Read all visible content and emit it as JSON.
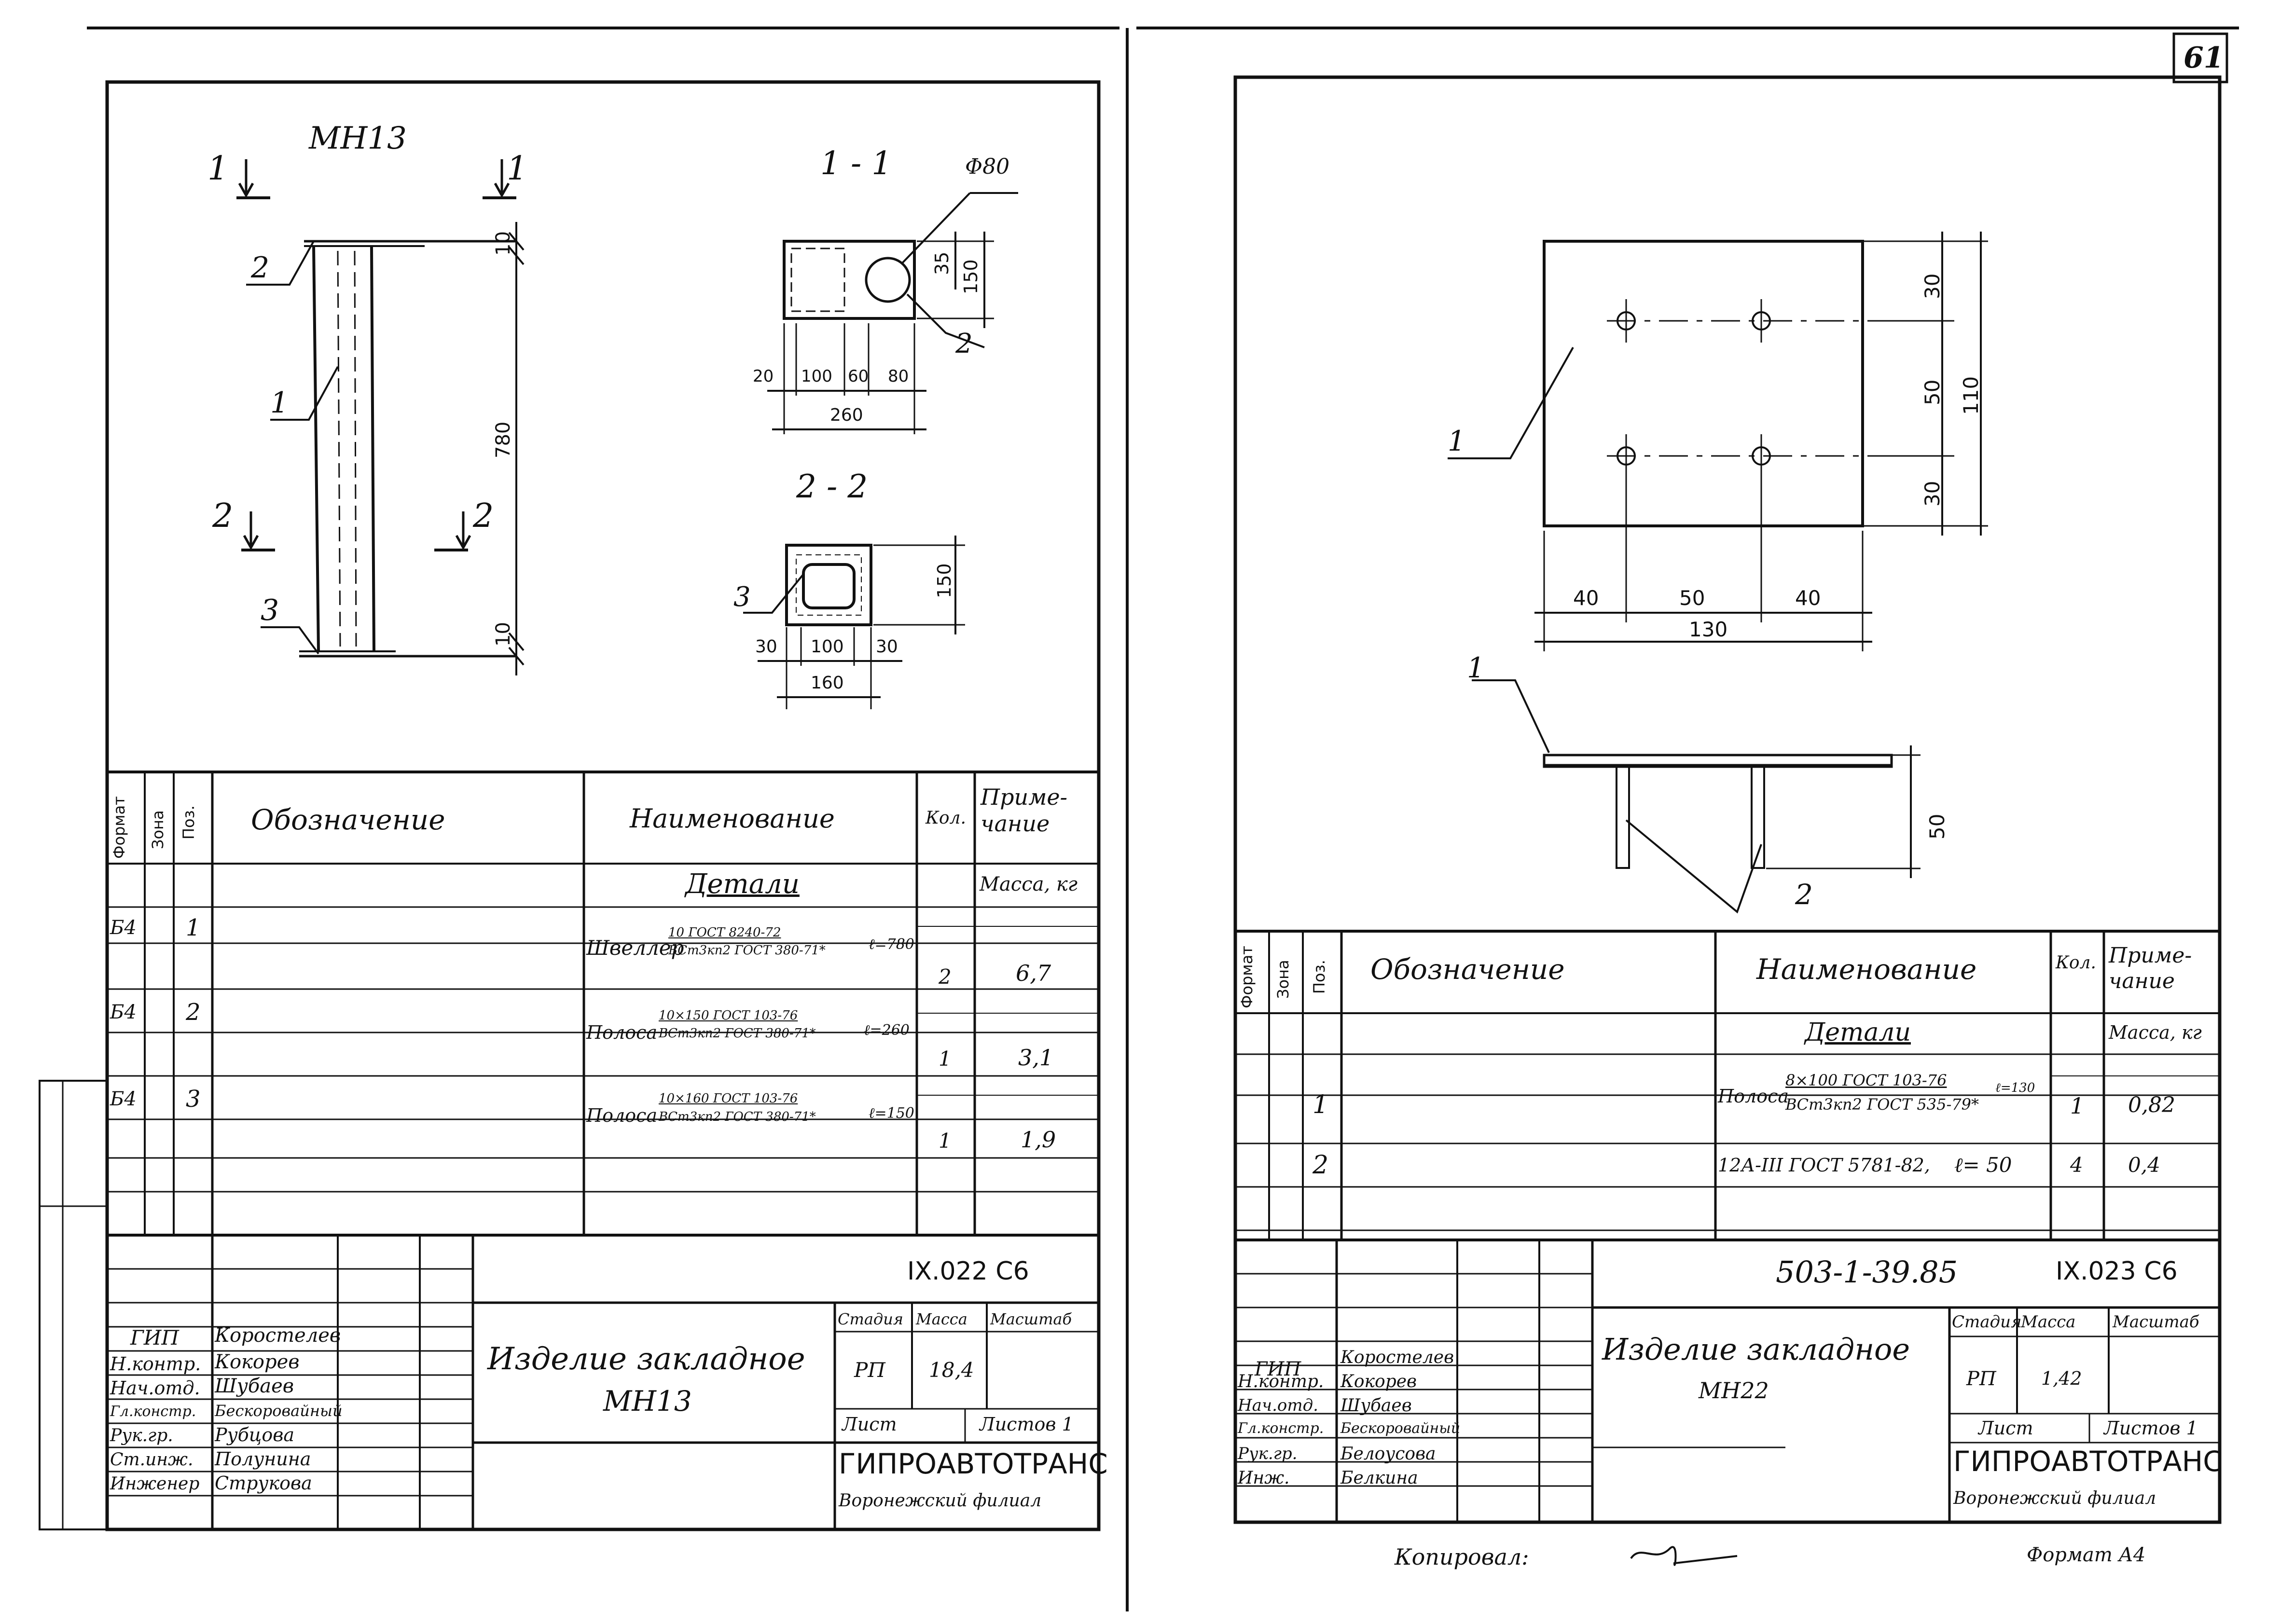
{
  "page_number": "61",
  "left": {
    "part_label": "МН13",
    "section_11": "1 - 1",
    "section_22": "2 - 2",
    "cut_1": "1",
    "cut_2": "2",
    "pos1": "1",
    "pos2": "2",
    "pos3": "3",
    "dim_top": "10",
    "dim_height": "780",
    "dim_bottom": "10",
    "dim_phi": "Φ80",
    "dim_35": "35",
    "dim_150a": "150",
    "dim_20": "20",
    "dim_100a": "100",
    "dim_60": "60",
    "dim_80": "80",
    "dim_260": "260",
    "dim_150b": "150",
    "dim_30a": "30",
    "dim_100b": "100",
    "dim_30b": "30",
    "dim_160": "160",
    "table": {
      "h_format": "Формат",
      "h_zone": "Зона",
      "h_pos": "Поз.",
      "h_designation": "Обозначение",
      "h_name": "Наименование",
      "h_qty": "Кол.",
      "h_note": "Приме-\nчание",
      "section_title": "Детали",
      "mass_label": "Масса, кг",
      "rows": [
        {
          "format": "Б4",
          "pos": "1",
          "name": "Швеллер",
          "spec_top": "10 ГОСТ 8240-72",
          "spec_bottom": "ВСт3кп2 ГОСТ 380-71*",
          "length": "ℓ=780",
          "qty": "2",
          "mass": "6,7"
        },
        {
          "format": "Б4",
          "pos": "2",
          "name": "Полоса",
          "spec_top": "10×150 ГОСТ 103-76",
          "spec_bottom": "ВСт3кп2 ГОСТ 380-71*",
          "length": "ℓ=260",
          "qty": "1",
          "mass": "3,1"
        },
        {
          "format": "Б4",
          "pos": "3",
          "name": "Полоса",
          "spec_top": "10×160 ГОСТ 103-76",
          "spec_bottom": "ВСт3кп2 ГОСТ 380-71*",
          "length": "ℓ=150",
          "qty": "1",
          "mass": "1,9"
        }
      ]
    },
    "title_block": {
      "doc_code": "IX.022 С6",
      "title_line1": "Изделие закладное",
      "title_line2": "МН13",
      "stage_label": "Стадия",
      "mass_label": "Масса",
      "scale_label": "Масштаб",
      "stage": "РП",
      "mass": "18,4",
      "sheet_label": "Лист",
      "sheets_label": "Листов 1",
      "org": "ГИПРОАВТОТРАНС",
      "branch": "Воронежский филиал",
      "people": [
        {
          "role": "ГИП",
          "name": "Коростелев"
        },
        {
          "role": "Н.контр.",
          "name": "Кокорев"
        },
        {
          "role": "Нач.отд.",
          "name": "Шубаев"
        },
        {
          "role": "Гл.констр.",
          "name": "Бескоровайный"
        },
        {
          "role": "Рук.гр.",
          "name": "Рубцова"
        },
        {
          "role": "Ст.инж.",
          "name": "Полунина"
        },
        {
          "role": "Инженер",
          "name": "Струкова"
        }
      ]
    }
  },
  "right": {
    "dim_30a": "30",
    "dim_50v": "50",
    "dim_30b": "30",
    "dim_110": "110",
    "dim_40a": "40",
    "dim_50h": "50",
    "dim_40b": "40",
    "dim_130": "130",
    "dim_50s": "50",
    "pos1": "1",
    "pos2": "2",
    "table": {
      "h_format": "Формат",
      "h_zone": "Зона",
      "h_pos": "Поз.",
      "h_designation": "Обозначение",
      "h_name": "Наименование",
      "h_qty": "Кол.",
      "h_note": "Приме-\nчание",
      "section_title": "Детали",
      "mass_label": "Масса, кг",
      "rows": [
        {
          "pos": "1",
          "name": "Полоса",
          "spec_top": "8×100 ГОСТ 103-76",
          "spec_bottom": "ВСт3кп2 ГОСТ 535-79*",
          "length": "ℓ=130",
          "qty": "1",
          "mass": "0,82"
        },
        {
          "pos": "2",
          "name": "12А-III ГОСТ 5781-82,",
          "spec_top": "",
          "spec_bottom": "",
          "length": "ℓ= 50",
          "qty": "4",
          "mass": "0,4"
        }
      ]
    },
    "title_block": {
      "series": "503-1-39.85",
      "doc_code": "IX.023 С6",
      "title_line1": "Изделие закладное",
      "title_line2": "МН22",
      "stage_label": "Стадия",
      "mass_label": "Масса",
      "scale_label": "Масштаб",
      "stage": "РП",
      "mass": "1,42",
      "sheet_label": "Лист",
      "sheets_label": "Листов 1",
      "org": "ГИПРОАВТОТРАНС",
      "branch": "Воронежский филиал",
      "people": [
        {
          "role": "ГИП",
          "name": "Коростелев"
        },
        {
          "role": "Н.контр.",
          "name": "Кокорев"
        },
        {
          "role": "Нач.отд.",
          "name": "Шубаев"
        },
        {
          "role": "Гл.констр.",
          "name": "Бескоровайный"
        },
        {
          "role": "Рук.гр.",
          "name": "Белоусова"
        },
        {
          "role": "Инж.",
          "name": "Белкина"
        }
      ]
    },
    "copied_label": "Копировал:",
    "format_label": "Формат А4"
  }
}
